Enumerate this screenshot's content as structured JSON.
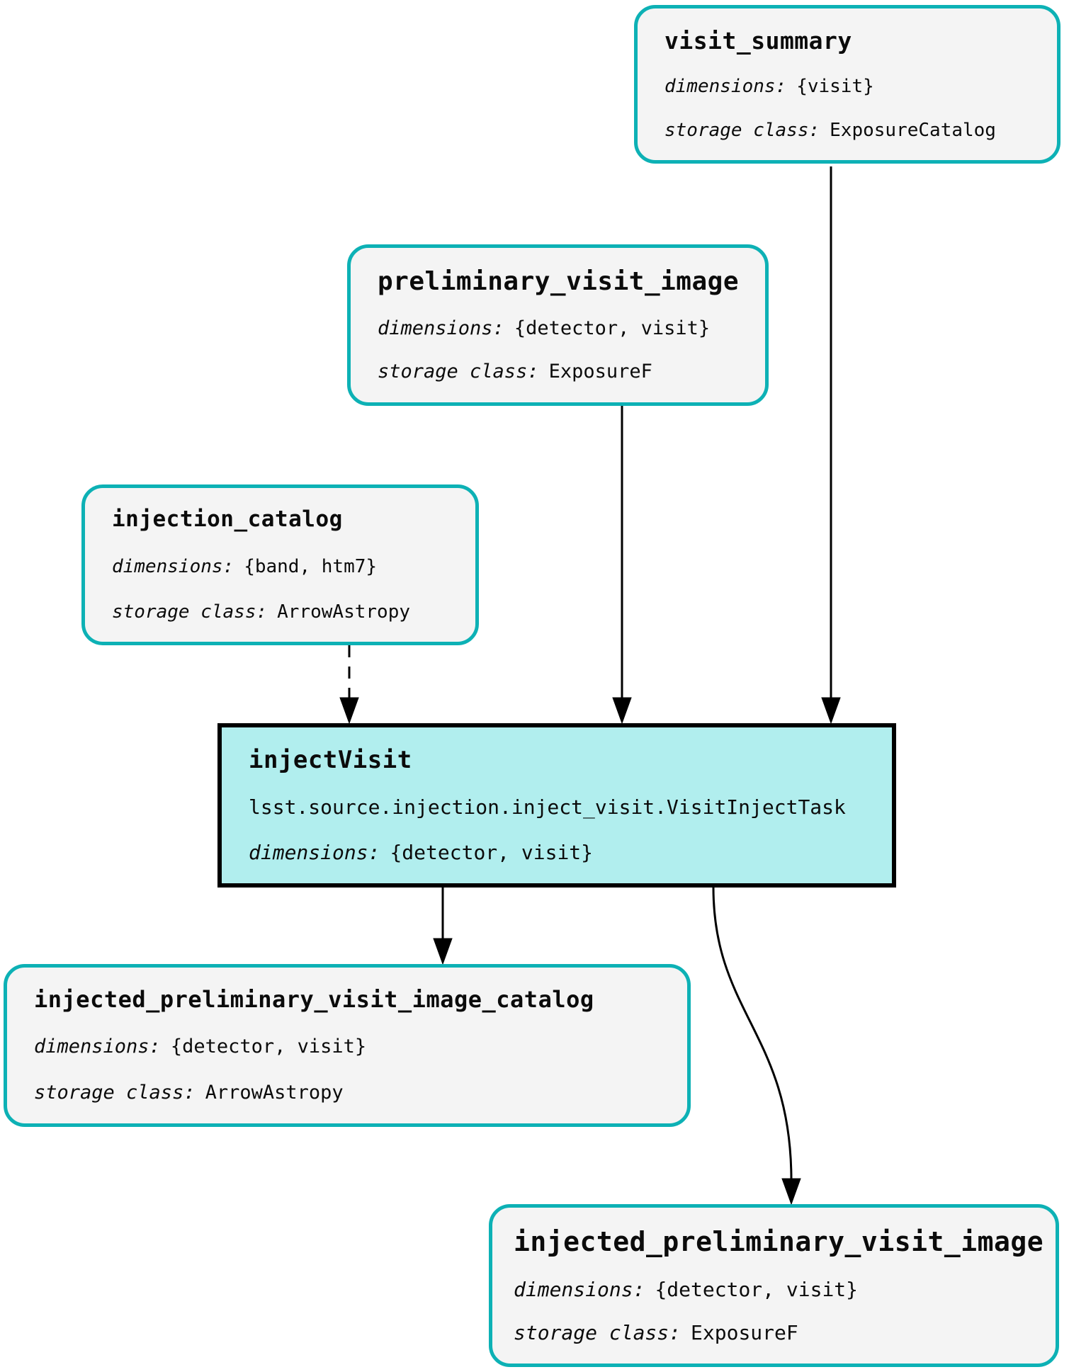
{
  "labels": {
    "dimensions": "dimensions:",
    "storage_class": "storage class:"
  },
  "nodes": {
    "visit_summary": {
      "kind": "dataset",
      "title": "visit_summary",
      "dimensions": "{visit}",
      "storage_class": "ExposureCatalog"
    },
    "preliminary_visit_image": {
      "kind": "dataset",
      "title": "preliminary_visit_image",
      "dimensions": "{detector, visit}",
      "storage_class": "ExposureF"
    },
    "injection_catalog": {
      "kind": "dataset",
      "title": "injection_catalog",
      "dimensions": "{band, htm7}",
      "storage_class": "ArrowAstropy"
    },
    "injectVisit": {
      "kind": "task",
      "title": "injectVisit",
      "task_class": "lsst.source.injection.inject_visit.VisitInjectTask",
      "dimensions": "{detector, visit}"
    },
    "injected_preliminary_visit_image_catalog": {
      "kind": "dataset",
      "title": "injected_preliminary_visit_image_catalog",
      "dimensions": "{detector, visit}",
      "storage_class": "ArrowAstropy"
    },
    "injected_preliminary_visit_image": {
      "kind": "dataset",
      "title": "injected_preliminary_visit_image",
      "dimensions": "{detector, visit}",
      "storage_class": "ExposureF"
    }
  },
  "edges": [
    {
      "from": "visit_summary",
      "to": "injectVisit",
      "style": "solid"
    },
    {
      "from": "preliminary_visit_image",
      "to": "injectVisit",
      "style": "solid"
    },
    {
      "from": "injection_catalog",
      "to": "injectVisit",
      "style": "dashed"
    },
    {
      "from": "injectVisit",
      "to": "injected_preliminary_visit_image_catalog",
      "style": "solid"
    },
    {
      "from": "injectVisit",
      "to": "injected_preliminary_visit_image",
      "style": "solid"
    }
  ],
  "colors": {
    "dataset_border": "#0db1b5",
    "dataset_fill": "#f4f4f4",
    "task_fill": "#b1eeee",
    "task_border": "#000000",
    "edge": "#000000"
  }
}
